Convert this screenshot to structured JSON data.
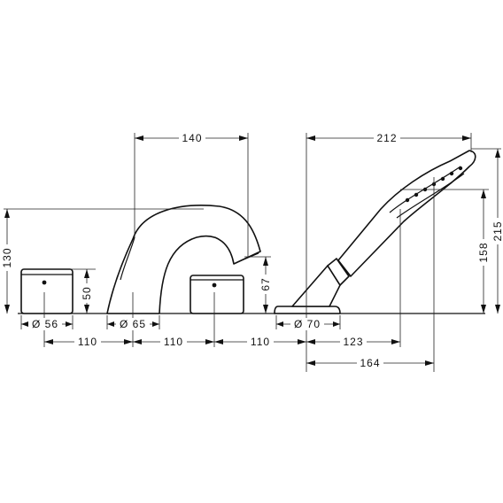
{
  "dimensions": {
    "spout_projection": "140",
    "shower_length": "212",
    "total_height": "130",
    "shower_height": "215",
    "shower_head_height": "158",
    "knob_height_left": "50",
    "knob_height_right": "67",
    "dia_knob": "Ø 56",
    "dia_spout": "Ø 65",
    "dia_holder": "Ø 70",
    "spacing_1": "110",
    "spacing_2": "110",
    "spacing_3": "110",
    "shower_reach_1": "123",
    "shower_reach_2": "164"
  },
  "colors": {
    "line": "#111111",
    "background": "#ffffff"
  }
}
